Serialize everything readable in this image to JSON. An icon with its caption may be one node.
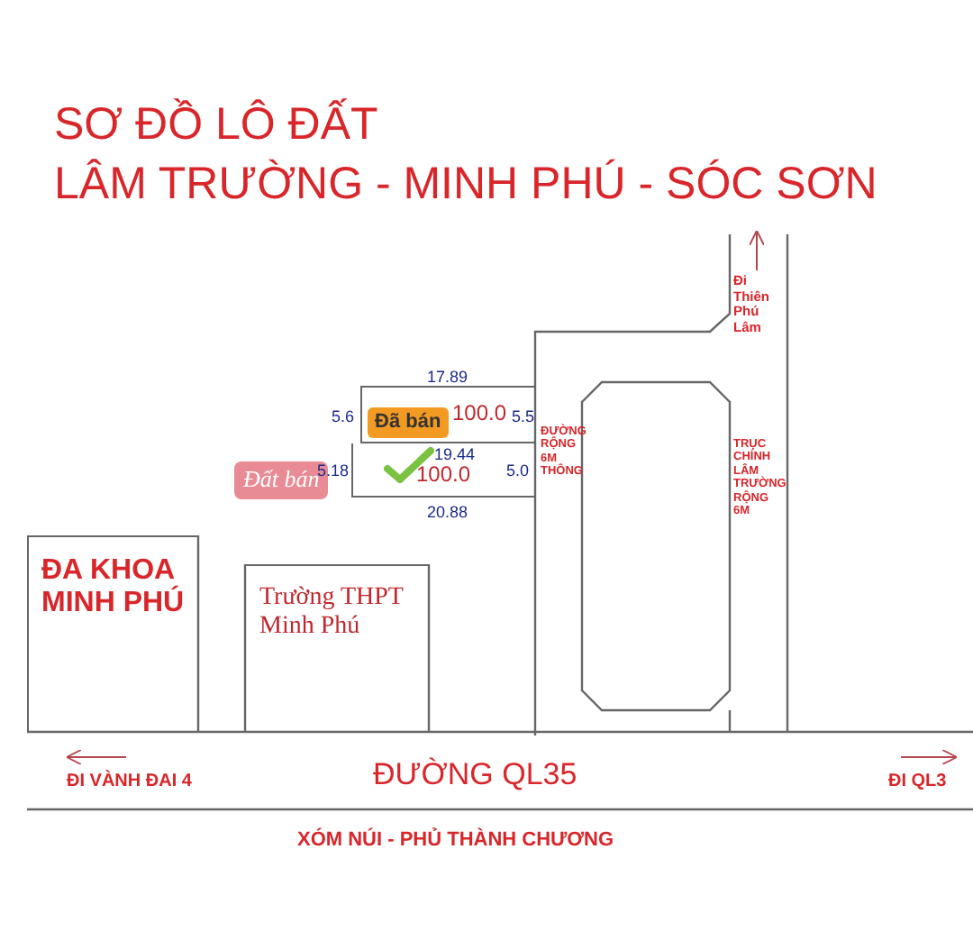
{
  "diagram": {
    "nodes": [
      {
        "text": [
          "100.0"
        ]
      },
      {
        "text": [
          "100.0"
        ]
      },
      {
        "text": [
          "ĐA KHOA MINH PHÚ"
        ]
      },
      {
        "text": [
          "Trường THPT Minh Phú"
        ]
      }
    ],
    "edges": [],
    "labels": [
      "SƠ ĐỒ LÔ ĐẤT",
      "LÂM TRƯỜNG - MINH PHÚ - SÓC SƠN",
      "Đi Thiên Phú Lâm",
      "17.89",
      "5.6",
      "Đã bán",
      "5.5",
      "ĐƯỜNG RỘNG 6M THÔNG",
      "19.44",
      "Đất bán",
      "5.18",
      "5.0",
      "TRỤC CHÍNH LÂM TRƯỜNG RỘNG 6M",
      "20.88",
      "ĐI VÀNH ĐAI 4",
      "ĐƯỜNG QL35",
      "ĐI QL3",
      "XÓM NÚI - PHỦ THÀNH CHƯƠNG"
    ]
  }
}
